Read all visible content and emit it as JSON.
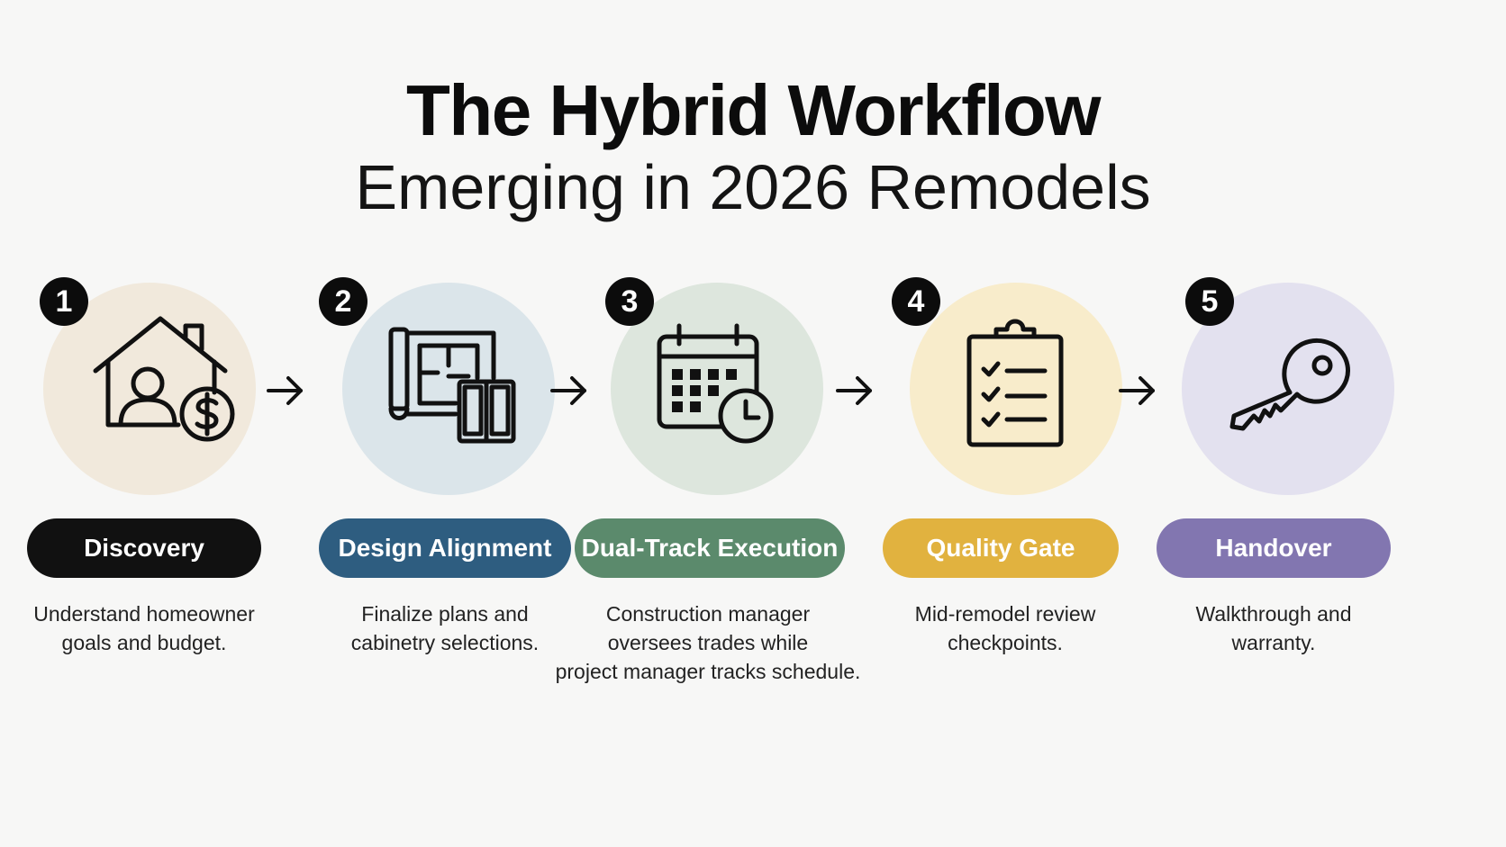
{
  "header": {
    "title": "The Hybrid Workflow",
    "subtitle": "Emerging in 2026 Remodels"
  },
  "steps": [
    {
      "number": "1",
      "label": "Discovery",
      "icon": "house-person-dollar-icon",
      "circle_color": "#f1e9dc",
      "pill_color": "#111111",
      "description": [
        "Understand homeowner",
        "goals and budget."
      ]
    },
    {
      "number": "2",
      "label": "Design Alignment",
      "icon": "blueprint-cabinet-icon",
      "circle_color": "#dbe5ea",
      "pill_color": "#2e5d80",
      "description": [
        "Finalize plans and",
        "cabinetry selections."
      ]
    },
    {
      "number": "3",
      "label": "Dual-Track Execution",
      "icon": "calendar-clock-icon",
      "circle_color": "#dde6dd",
      "pill_color": "#5b8a6c",
      "description": [
        "Construction manager",
        "oversees trades while",
        "project manager tracks schedule."
      ]
    },
    {
      "number": "4",
      "label": "Quality Gate",
      "icon": "clipboard-checklist-icon",
      "circle_color": "#f8eccb",
      "pill_color": "#e1b23f",
      "description": [
        "Mid-remodel review",
        "checkpoints."
      ]
    },
    {
      "number": "5",
      "label": "Handover",
      "icon": "key-icon",
      "circle_color": "#e3e1ef",
      "pill_color": "#8276b0",
      "description": [
        "Walkthrough and",
        "warranty."
      ]
    }
  ]
}
